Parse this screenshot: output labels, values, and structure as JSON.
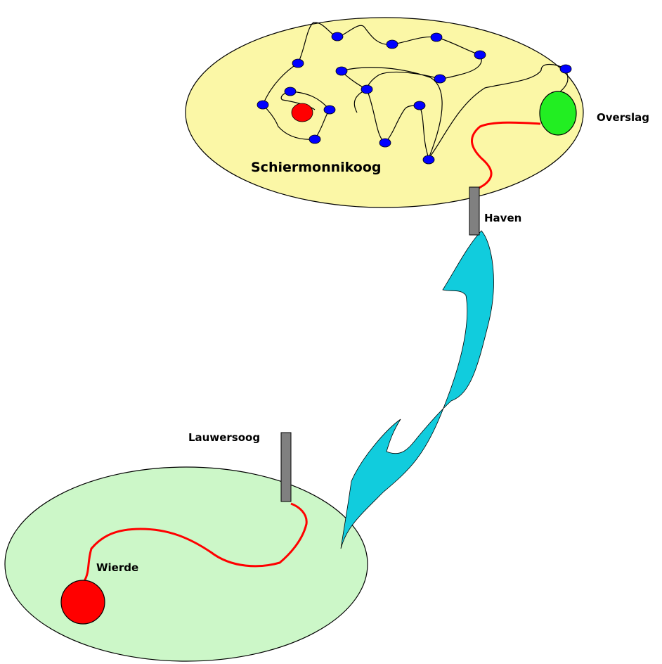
{
  "labels": {
    "island": "Schiermonnikoog",
    "transfer": "Overslag",
    "island_harbor": "Haven",
    "mainland_harbor": "Lauwersoog",
    "origin": "Wierde"
  },
  "colors": {
    "island_fill": "#fbf7a6",
    "mainland_fill": "#ccf7c8",
    "route_line": "#ff0000",
    "stop_dot": "#0000ff",
    "transfer_fill": "#22ee22",
    "ferry_fill": "#11ccdd",
    "pier_fill": "#808080"
  }
}
